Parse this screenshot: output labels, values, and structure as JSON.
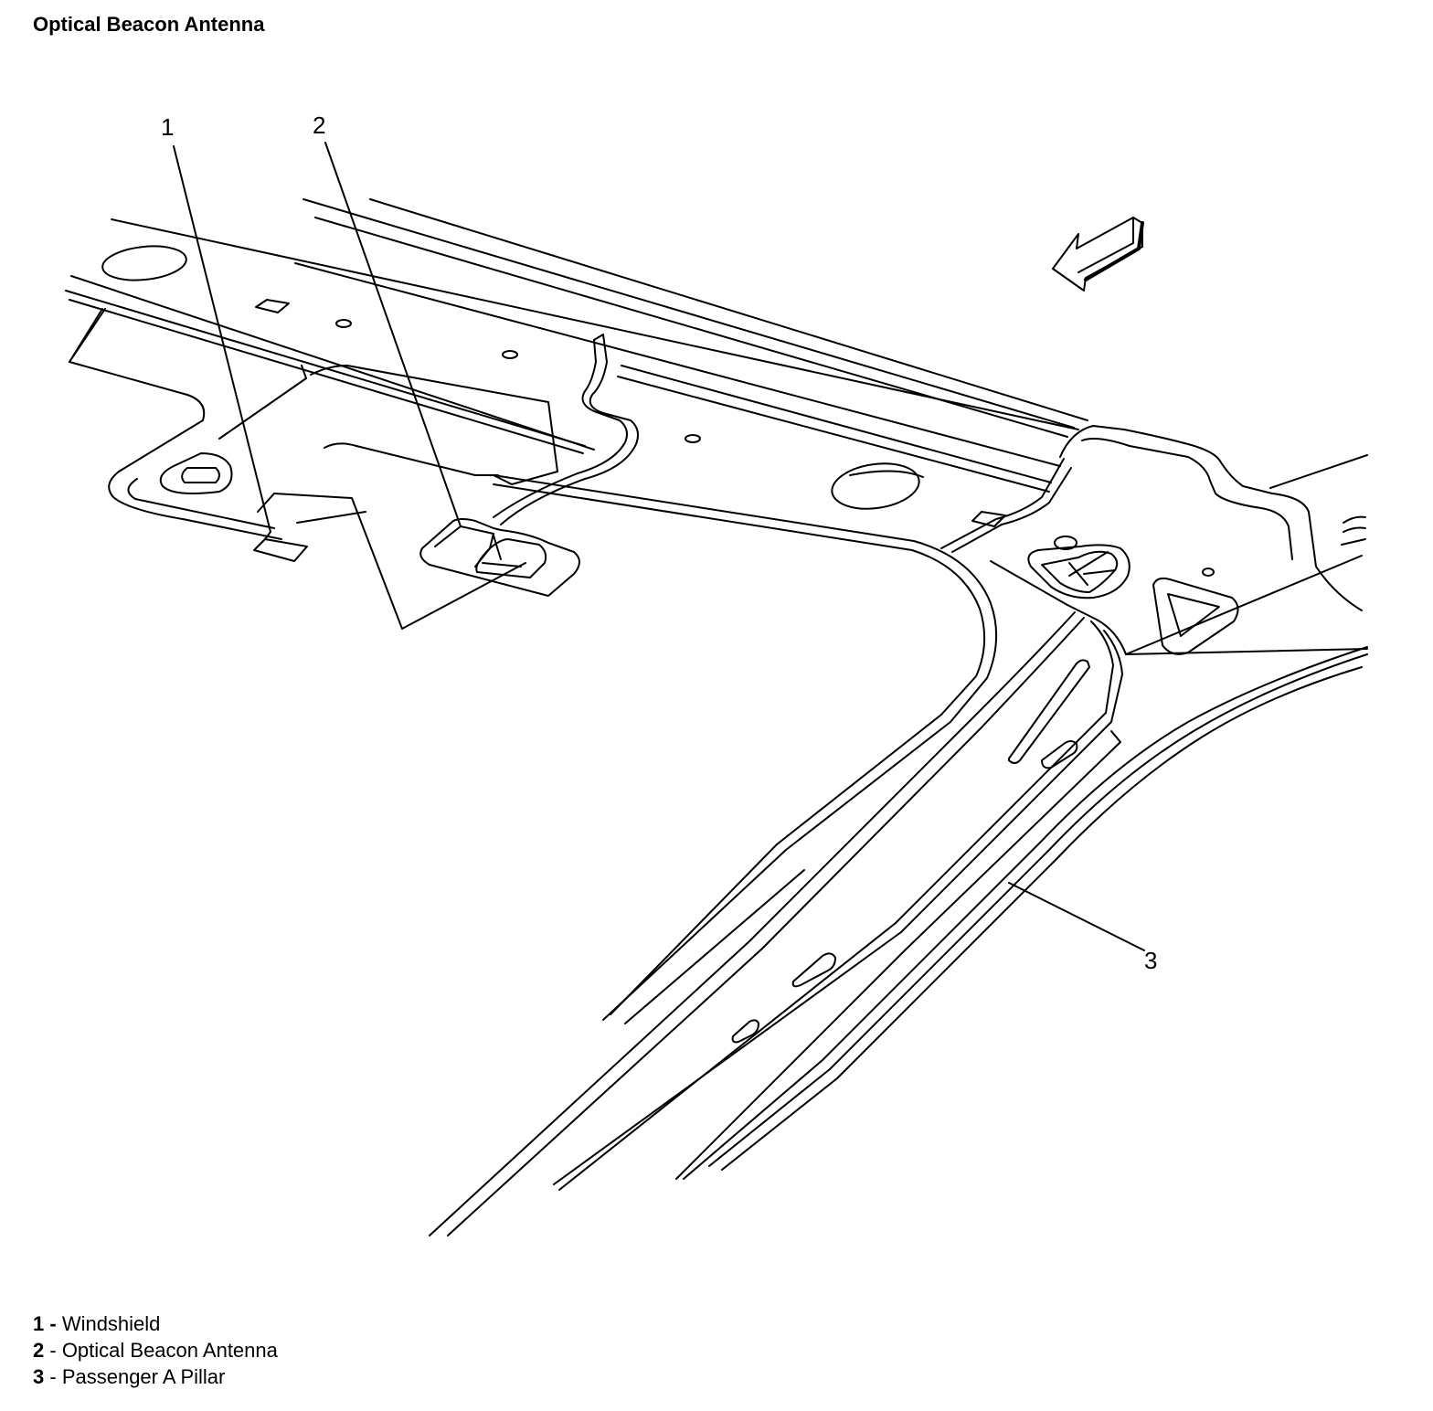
{
  "title": "Optical Beacon Antenna",
  "callouts": {
    "c1": "1",
    "c2": "2",
    "c3": "3"
  },
  "legend": [
    {
      "number": "1",
      "separator": " - ",
      "label": "Windshield"
    },
    {
      "number": "2",
      "separator": " - ",
      "label": "Optical Beacon Antenna"
    },
    {
      "number": "3",
      "separator": " - ",
      "label": "Passenger A Pillar"
    }
  ],
  "colors": {
    "line": "#000000",
    "background": "#ffffff"
  }
}
